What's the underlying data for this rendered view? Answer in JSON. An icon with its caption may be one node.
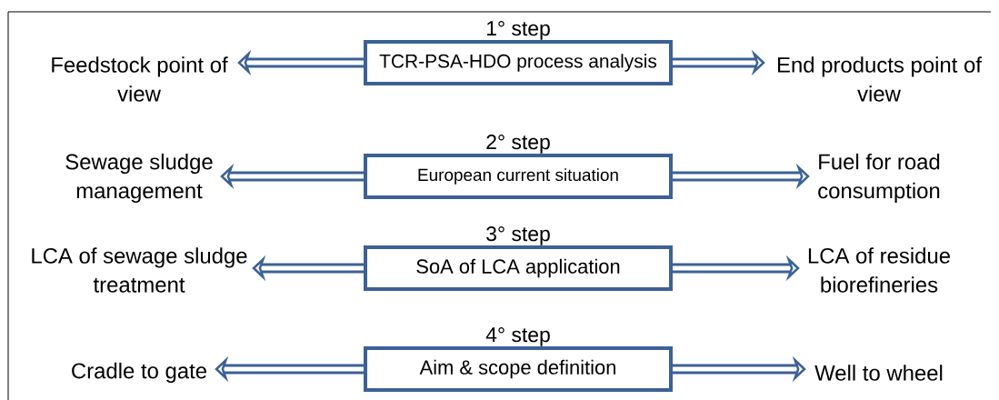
{
  "diagram": {
    "nodes": [
      {
        "text": [
          "Feedstock point of view"
        ]
      },
      {
        "text": [
          "1° step",
          "TCR-PSA-HDO process analysis"
        ]
      },
      {
        "text": [
          "End products point of view"
        ]
      },
      {
        "text": [
          "Sewage sludge management"
        ]
      },
      {
        "text": [
          "2° step",
          "European current situation"
        ]
      },
      {
        "text": [
          "Fuel for road consumption"
        ]
      },
      {
        "text": [
          "LCA of sewage sludge treatment"
        ]
      },
      {
        "text": [
          "3° step",
          "SoA of LCA application"
        ]
      },
      {
        "text": [
          "LCA of residue biorefineries"
        ]
      },
      {
        "text": [
          "Cradle to gate"
        ]
      },
      {
        "text": [
          "4° step",
          "Aim & scope definition"
        ]
      },
      {
        "text": [
          "Well to wheel"
        ]
      }
    ],
    "edges": [
      {
        "from": 1,
        "to": 0,
        "arrow": "to"
      },
      {
        "from": 1,
        "to": 2,
        "arrow": "to"
      },
      {
        "from": 4,
        "to": 3,
        "arrow": "to"
      },
      {
        "from": 4,
        "to": 5,
        "arrow": "to"
      },
      {
        "from": 7,
        "to": 6,
        "arrow": "to"
      },
      {
        "from": 7,
        "to": 8,
        "arrow": "to"
      },
      {
        "from": 10,
        "to": 9,
        "arrow": "to"
      },
      {
        "from": 10,
        "to": 11,
        "arrow": "to"
      }
    ]
  }
}
